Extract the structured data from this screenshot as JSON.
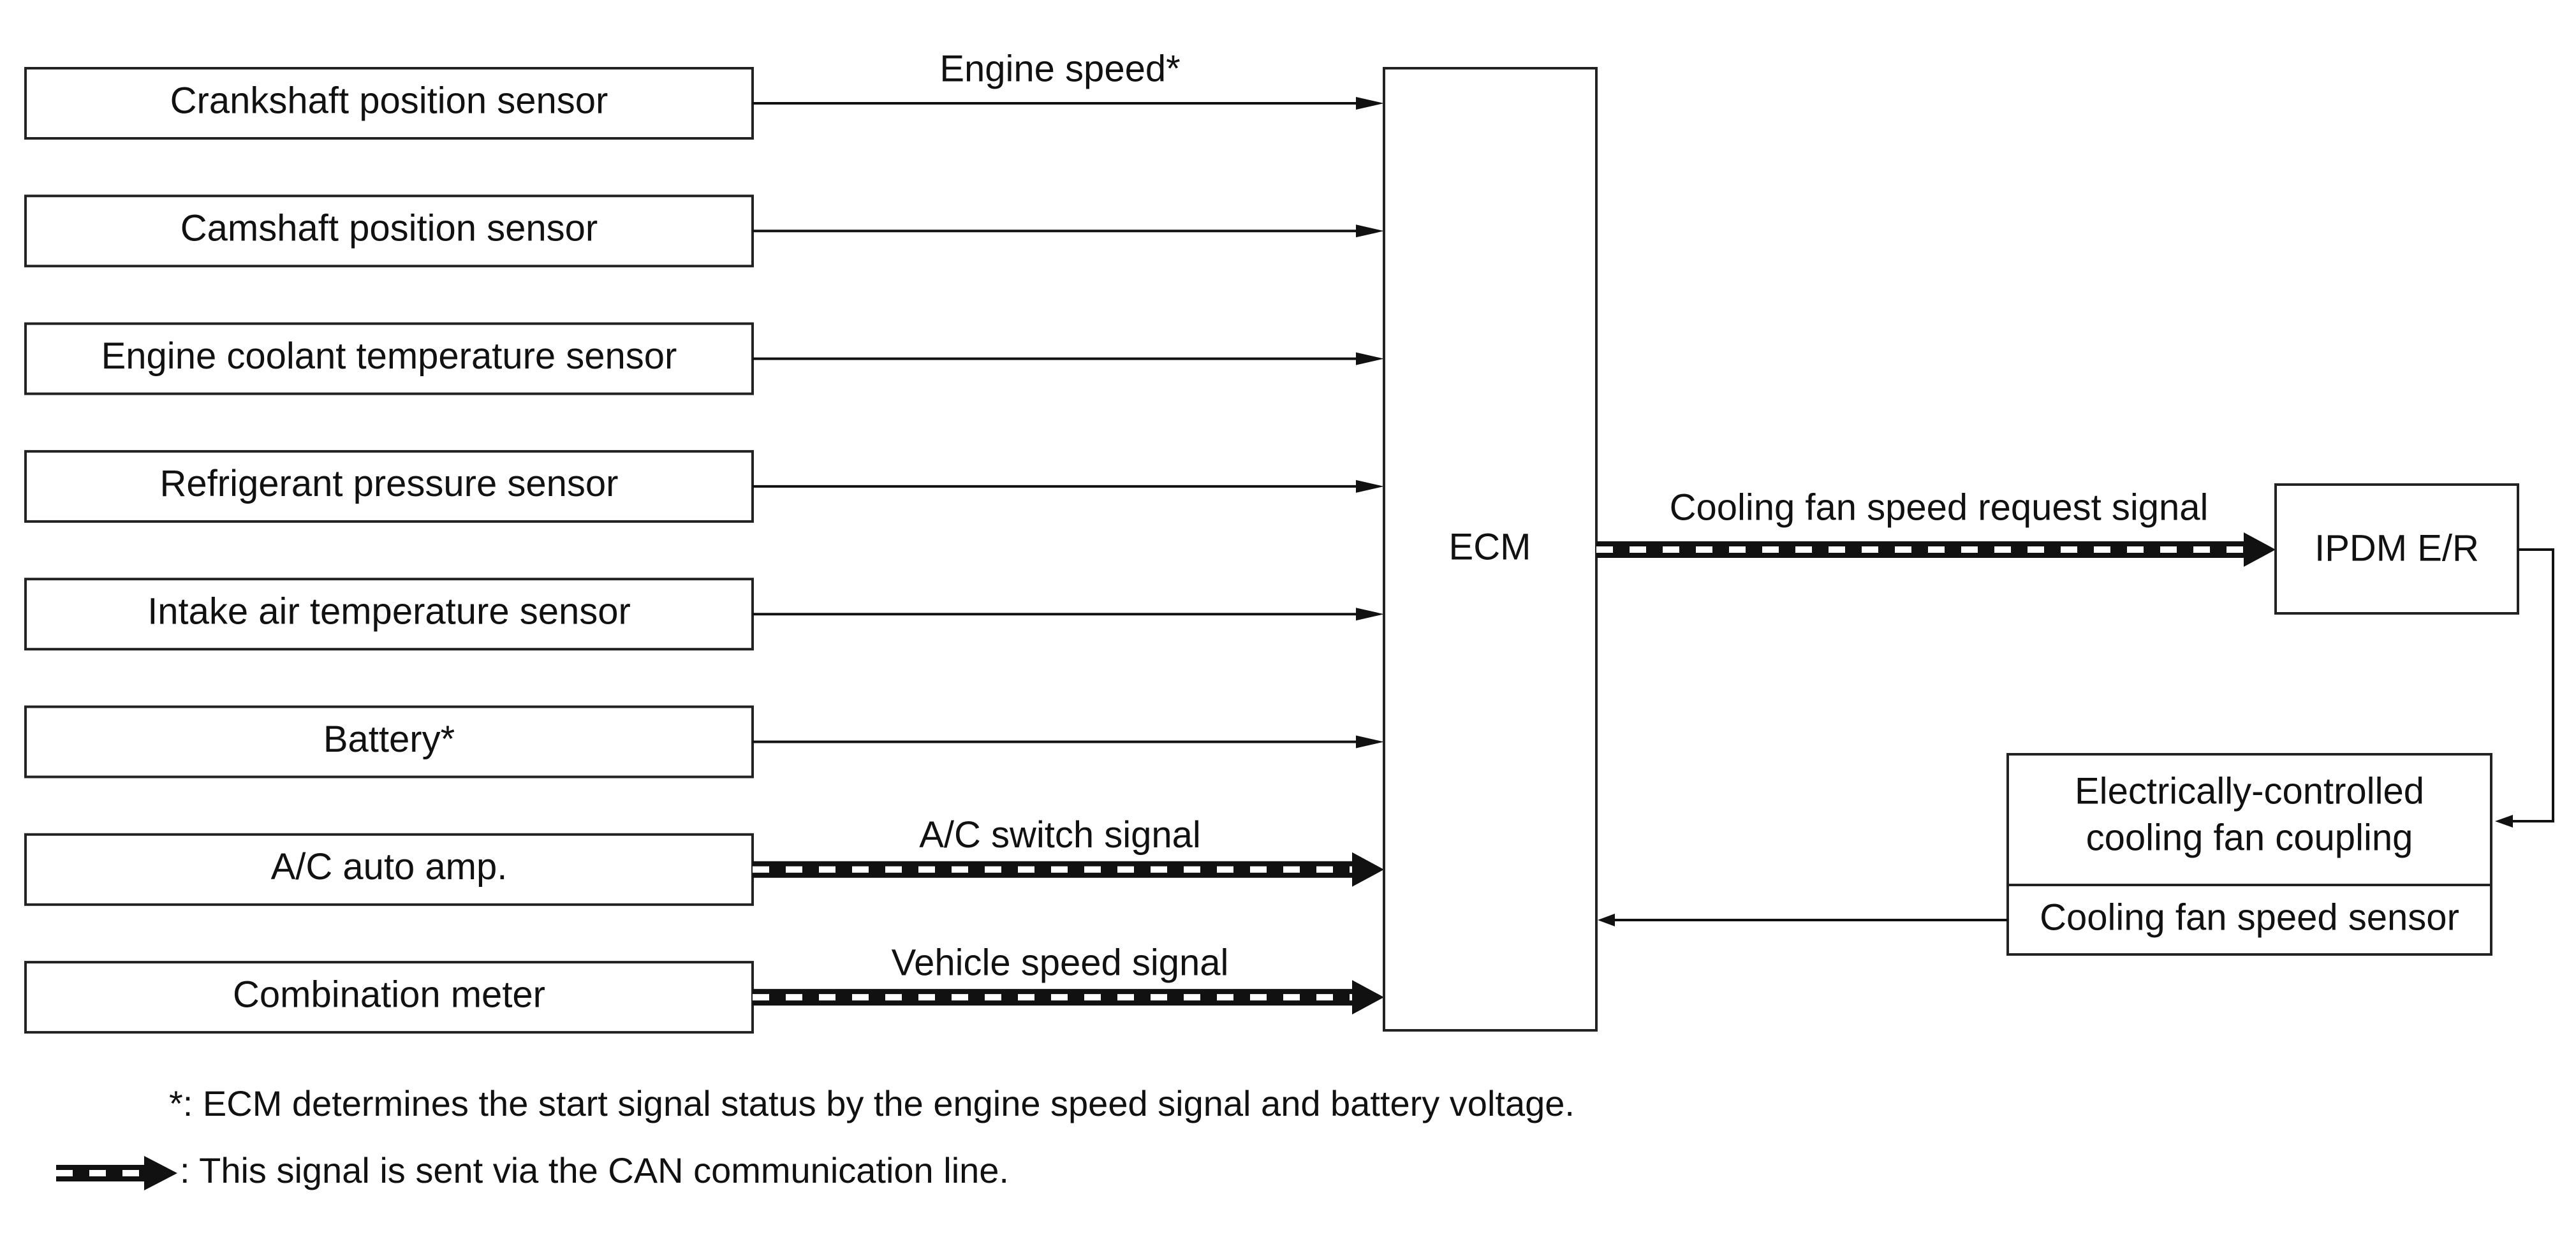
{
  "inputs": [
    {
      "label": "Crankshaft position sensor",
      "signal": "Engine speed*",
      "can": false
    },
    {
      "label": "Camshaft position sensor",
      "signal": "",
      "can": false
    },
    {
      "label": "Engine coolant temperature sensor",
      "signal": "",
      "can": false
    },
    {
      "label": "Refrigerant pressure sensor",
      "signal": "",
      "can": false
    },
    {
      "label": "Intake air temperature sensor",
      "signal": "",
      "can": false
    },
    {
      "label": "Battery*",
      "signal": "",
      "can": false
    },
    {
      "label": "A/C auto amp.",
      "signal": "A/C switch signal",
      "can": true
    },
    {
      "label": "Combination meter",
      "signal": "Vehicle speed signal",
      "can": true
    }
  ],
  "ecm": {
    "label": "ECM"
  },
  "output": {
    "signal": "Cooling fan speed request signal",
    "can": true
  },
  "ipdm": {
    "label": "IPDM E/R"
  },
  "fan_coupling": {
    "line1": "Electrically-controlled",
    "line2": "cooling fan coupling"
  },
  "fan_sensor": {
    "label": "Cooling fan speed sensor"
  },
  "notes": {
    "asterisk": "*: ECM determines the start signal status by the engine speed signal and battery voltage.",
    "can": ": This signal is sent via the CAN communication line."
  },
  "colors": {
    "line": "#111111",
    "can_dash": "#ffffff"
  }
}
